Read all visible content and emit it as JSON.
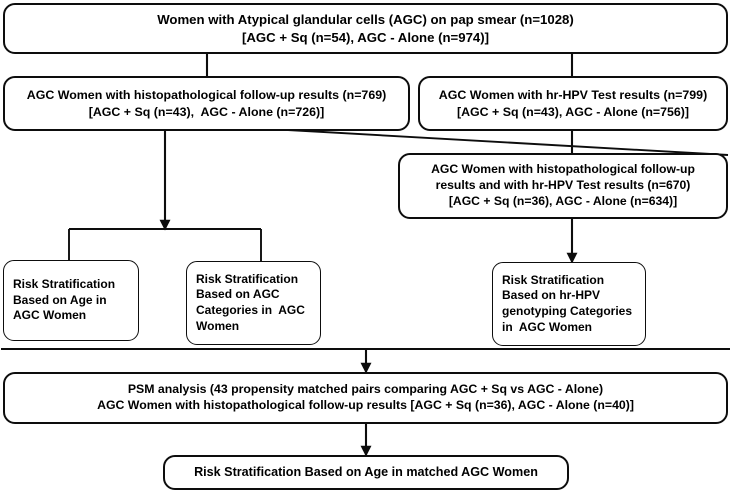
{
  "diagram": {
    "title": "AGC study flow diagram",
    "type": "flowchart",
    "stroke_color": "#0d0d0d",
    "background_color": "#ffffff",
    "nodes": {
      "top": {
        "name": "cohort-total",
        "lines": [
          "Women with Atypical glandular cells (AGC) on pap smear (n=1028)",
          "[AGC + Sq (n=54), AGC - Alone (n=974)]"
        ]
      },
      "histo": {
        "name": "histopathology-followup",
        "lines": [
          "AGC Women with histopathological follow-up results (n=769)",
          "[AGC + Sq (n=43),  AGC - Alone (n=726)]"
        ]
      },
      "hpv": {
        "name": "hrhpv-test",
        "lines": [
          "AGC Women with hr-HPV Test results (n=799)",
          "[AGC + Sq (n=43), AGC - Alone (n=756)]"
        ]
      },
      "both": {
        "name": "histopathology-and-hrhpv",
        "lines": [
          "AGC Women with histopathological follow-up",
          "results and with hr-HPV Test results (n=670)",
          "[AGC + Sq (n=36), AGC - Alone (n=634)]"
        ]
      },
      "rs_age": {
        "name": "risk-stratification-age",
        "lines": [
          "Risk Stratification",
          "Based on Age in",
          "AGC Women"
        ]
      },
      "rs_categories": {
        "name": "risk-stratification-agc-categories",
        "lines": [
          "Risk Stratification",
          "Based on AGC",
          "Categories in  AGC",
          "Women"
        ]
      },
      "rs_hpv": {
        "name": "risk-stratification-hrhpv-genotyping",
        "lines": [
          "Risk Stratification",
          "Based on hr-HPV",
          "genotyping Categories",
          "in  AGC Women"
        ]
      },
      "psm": {
        "name": "psm-analysis",
        "lines": [
          "PSM analysis (43 propensity matched pairs comparing AGC + Sq vs AGC - Alone)",
          "AGC Women with histopathological follow-up results [AGC + Sq (n=36), AGC - Alone (n=40)]"
        ]
      },
      "final": {
        "name": "risk-stratification-matched-age",
        "lines": [
          "Risk Stratification Based on Age in matched AGC Women"
        ]
      }
    },
    "connectors": [
      {
        "name": "top-to-histo",
        "from": "top",
        "to": "histo",
        "style": "plain"
      },
      {
        "name": "top-to-hpv",
        "from": "top",
        "to": "hpv",
        "style": "plain"
      },
      {
        "name": "histo-to-both",
        "from": "histo",
        "to": "both",
        "style": "diagonal"
      },
      {
        "name": "hpv-to-both",
        "from": "hpv",
        "to": "both",
        "style": "plain"
      },
      {
        "name": "histo-to-split",
        "from": "histo",
        "to": "risk-split",
        "style": "arrow"
      },
      {
        "name": "split-to-rs-age",
        "from": "risk-split",
        "to": "rs_age",
        "style": "plain"
      },
      {
        "name": "split-to-rs-categories",
        "from": "risk-split",
        "to": "rs_categories",
        "style": "plain"
      },
      {
        "name": "both-to-rs-hpv",
        "from": "both",
        "to": "rs_hpv",
        "style": "arrow"
      },
      {
        "name": "divider-to-psm",
        "from": "divider",
        "to": "psm",
        "style": "arrow"
      },
      {
        "name": "psm-to-final",
        "from": "psm",
        "to": "final",
        "style": "arrow"
      }
    ]
  }
}
